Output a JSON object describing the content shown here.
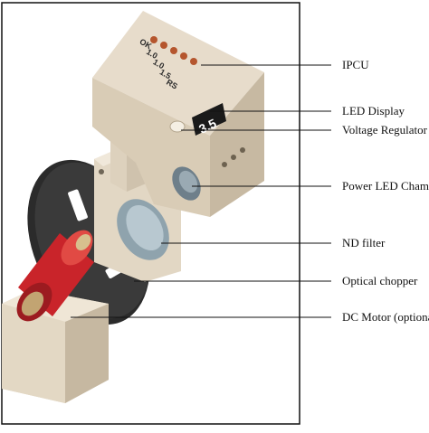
{
  "figure": {
    "labels": [
      {
        "id": "ipcu",
        "text": "IPCU"
      },
      {
        "id": "led-display",
        "text": "LED Display"
      },
      {
        "id": "voltage-regulator",
        "text": "Voltage Regulator"
      },
      {
        "id": "power-led",
        "text": "Power LED Chamber"
      },
      {
        "id": "nd-filter",
        "text": "ND filter"
      },
      {
        "id": "optical-chopper",
        "text": "Optical chopper"
      },
      {
        "id": "dc-motor",
        "text": "DC Motor (optional)"
      }
    ],
    "display_value": "3.5",
    "button_labels": [
      "OK",
      "1.0",
      "1.0",
      "1.5",
      "RS"
    ]
  },
  "colors": {
    "housing": "#e7dccb",
    "housing_side": "#cfc2ad",
    "housing_dark": "#b9ac97",
    "disc": "#2b2b2b",
    "motor": "#c9242a",
    "led_display": "#1a1a1a",
    "button": "#b5562e",
    "lens": "#8fa3ad"
  }
}
